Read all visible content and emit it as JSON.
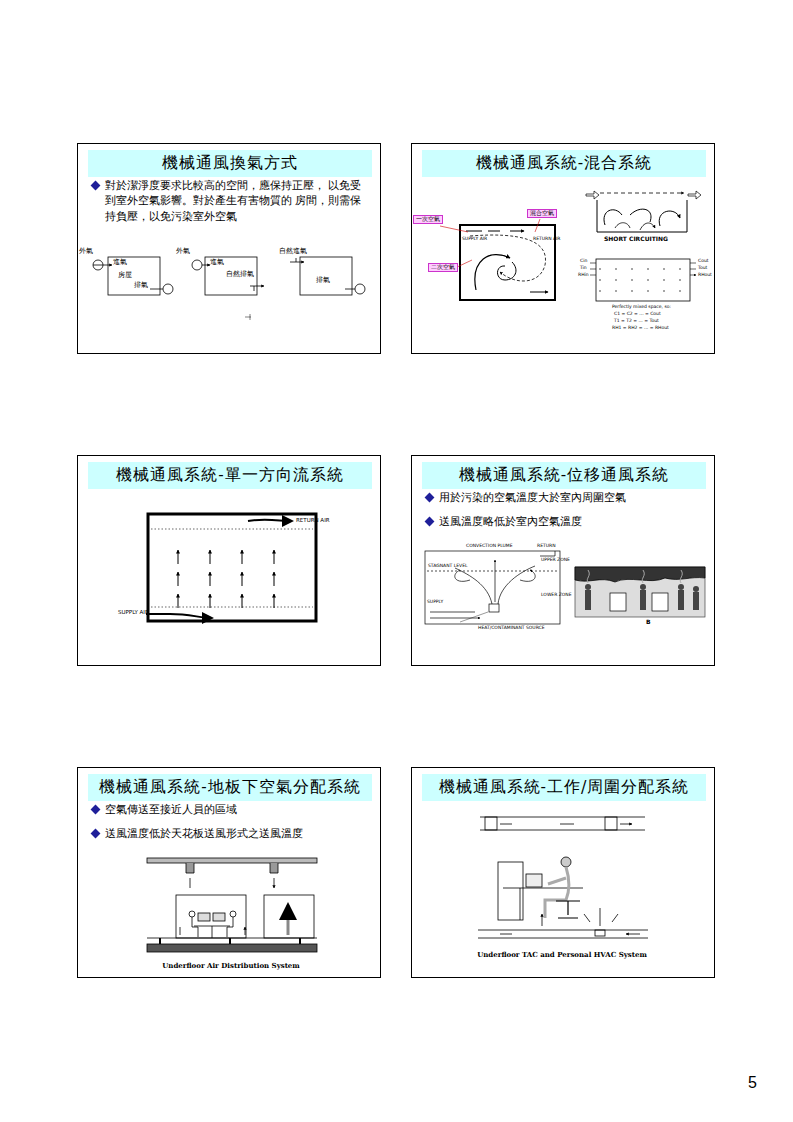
{
  "diagram": {
    "nodes": [
      {
        "text": [
          "機械通風換氣方式",
          "對於潔淨度要求比較高的空間，應保持正壓， 以免受到室外空氣影響。對於產生有害物質的 房間，則需保持負壓，以免污染室外空氣"
        ]
      },
      {
        "text": [
          "機械通風系統-混合系統"
        ]
      },
      {
        "text": [
          "機械通風系統-單一方向流系統"
        ]
      },
      {
        "text": [
          "機械通風系統-位移通風系統",
          "用於污染的空氣溫度大於室內周圍空氣",
          "送風溫度略低於室內空氣溫度"
        ]
      },
      {
        "text": [
          "機械通風系統-地板下空氣分配系統",
          "空氣傳送至接近人員的區域",
          "送風溫度低於天花板送風形式之送風溫度"
        ]
      },
      {
        "text": [
          "機械通風系統-工作/周圍分配系統"
        ]
      }
    ],
    "labels": [
      "外氣",
      "進氣",
      "房屋",
      "排氣",
      "外氣",
      "進氣",
      "自然排氣",
      "自然進氣",
      "排氣",
      "一次空氣",
      "混合空氣",
      "二次空氣",
      "SUPPLY AIR",
      "RETURN AIR",
      "SHORT CIRCUITING",
      "Perfectly mixed space, so:",
      "C1 = C2 = ... = Cout",
      "T1 = T2 = ... = Tout",
      "RH1 = RH2 = ... = RHout",
      "Cin",
      "Tin",
      "RHin",
      "Cout",
      "Tout",
      "RHout",
      "RETURN AIR",
      "SUPPLY AIR",
      "CONVECTION PLUME",
      "RETURN",
      "STAGNANT LEVEL",
      "UPPER ZONE",
      "LOWER ZONE",
      "SUPPLY",
      "HEAT/CONTAMINANT SOURCE",
      "B",
      "Underfloor Air Distribution System",
      "Underfloor TAC and Personal HVAC System",
      "5"
    ]
  }
}
